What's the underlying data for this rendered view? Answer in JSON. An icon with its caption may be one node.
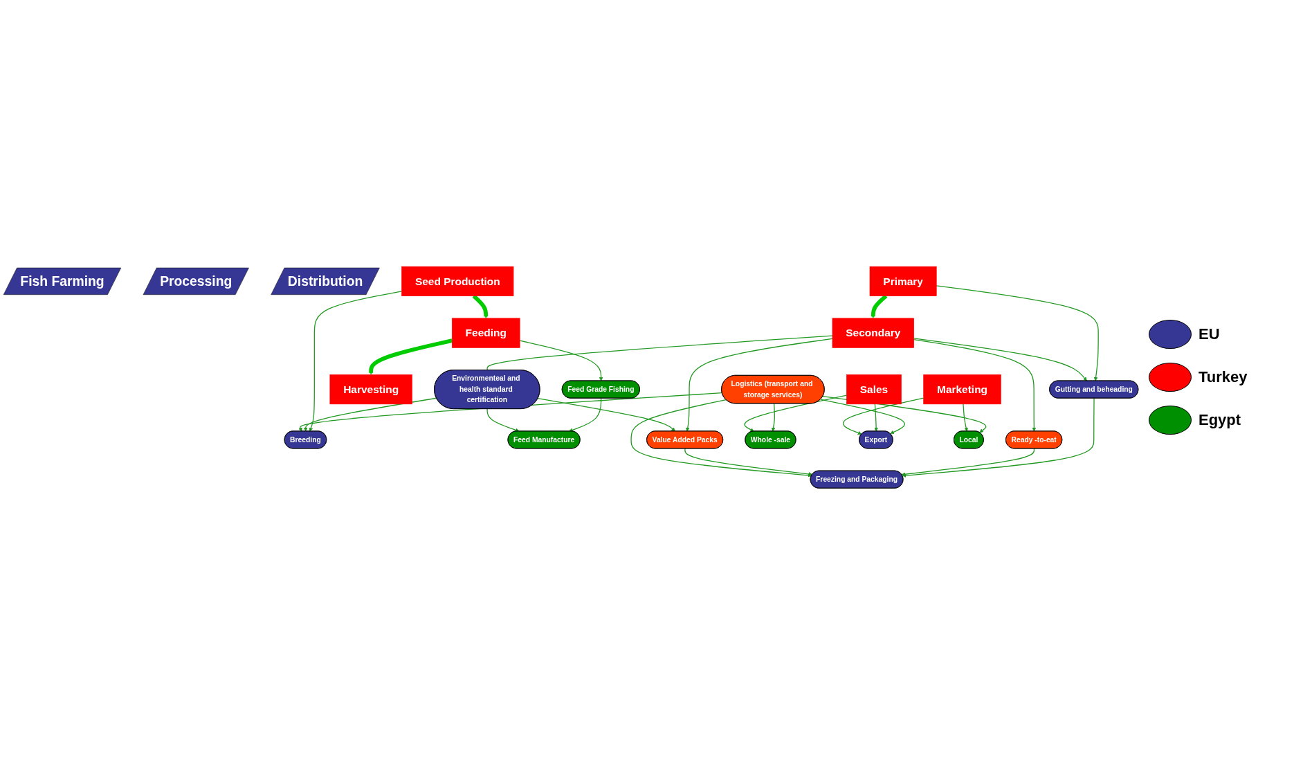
{
  "diagram": {
    "nodes": [
      {
        "text": [
          "Fish Farming"
        ]
      },
      {
        "text": [
          "Processing"
        ]
      },
      {
        "text": [
          "Distribution"
        ]
      },
      {
        "text": [
          "Seed Production"
        ]
      },
      {
        "text": [
          "Breeding"
        ]
      },
      {
        "text": [
          "Feeding"
        ]
      },
      {
        "text": [
          "Feed Grade Fishing"
        ]
      },
      {
        "text": [
          "Feed Manufacture"
        ]
      },
      {
        "text": [
          "Harvesting"
        ]
      },
      {
        "text": [
          "Primary"
        ]
      },
      {
        "text": [
          "Gutting and beheading"
        ]
      },
      {
        "text": [
          "Secondary"
        ]
      },
      {
        "text": [
          "Ready -to-eat"
        ]
      },
      {
        "text": [
          "Freezing and Packaging"
        ]
      },
      {
        "text": [
          "Value Added Packs"
        ]
      },
      {
        "text": [
          "Environmenteal and health standard certification"
        ]
      },
      {
        "text": [
          "Sales"
        ]
      },
      {
        "text": [
          "Marketing"
        ]
      },
      {
        "text": [
          "Whole -sale"
        ]
      },
      {
        "text": [
          "Export"
        ]
      },
      {
        "text": [
          "Local"
        ]
      },
      {
        "text": [
          "Logistics (transport and storage services)"
        ]
      }
    ],
    "edges": [
      {
        "from": 3,
        "to": 4,
        "arrow": "to"
      },
      {
        "from": 3,
        "to": 5,
        "arrow": "to",
        "style": "thick",
        "color": "#00cc00"
      },
      {
        "from": 5,
        "to": 8,
        "arrow": "to",
        "style": "thick",
        "color": "#00cc00"
      },
      {
        "from": 5,
        "to": 6,
        "arrow": "to"
      },
      {
        "from": 6,
        "to": 7,
        "arrow": "to"
      },
      {
        "from": 9,
        "to": 10,
        "arrow": "to"
      },
      {
        "from": 9,
        "to": 11,
        "arrow": "to",
        "style": "thick",
        "color": "#00cc00"
      },
      {
        "from": 11,
        "to": 10,
        "arrow": "to"
      },
      {
        "from": 10,
        "to": 13,
        "arrow": "to"
      },
      {
        "from": 11,
        "to": 12,
        "arrow": "to"
      },
      {
        "from": 11,
        "to": 14,
        "arrow": "to"
      },
      {
        "from": 12,
        "to": 13,
        "arrow": "to"
      },
      {
        "from": 14,
        "to": 13,
        "arrow": "to"
      },
      {
        "from": 11,
        "to": 15,
        "arrow": "none"
      },
      {
        "from": 15,
        "to": 4,
        "arrow": "to"
      },
      {
        "from": 15,
        "to": 7,
        "arrow": "to"
      },
      {
        "from": 15,
        "to": 14,
        "arrow": "to"
      },
      {
        "from": 21,
        "to": 4,
        "arrow": "to"
      },
      {
        "from": 21,
        "to": 13,
        "arrow": "to"
      },
      {
        "from": 21,
        "to": 18,
        "arrow": "to"
      },
      {
        "from": 21,
        "to": 19,
        "arrow": "to"
      },
      {
        "from": 21,
        "to": 20,
        "arrow": "to"
      },
      {
        "from": 16,
        "to": 18,
        "arrow": "to"
      },
      {
        "from": 16,
        "to": 19,
        "arrow": "to"
      },
      {
        "from": 17,
        "to": 19,
        "arrow": "to"
      },
      {
        "from": 17,
        "to": 20,
        "arrow": "to"
      }
    ],
    "legend": [
      {
        "text": "EU",
        "color": "#363795"
      },
      {
        "text": "Turkey",
        "color": "#ff0000"
      },
      {
        "text": "Egypt",
        "color": "#008f00"
      }
    ]
  }
}
